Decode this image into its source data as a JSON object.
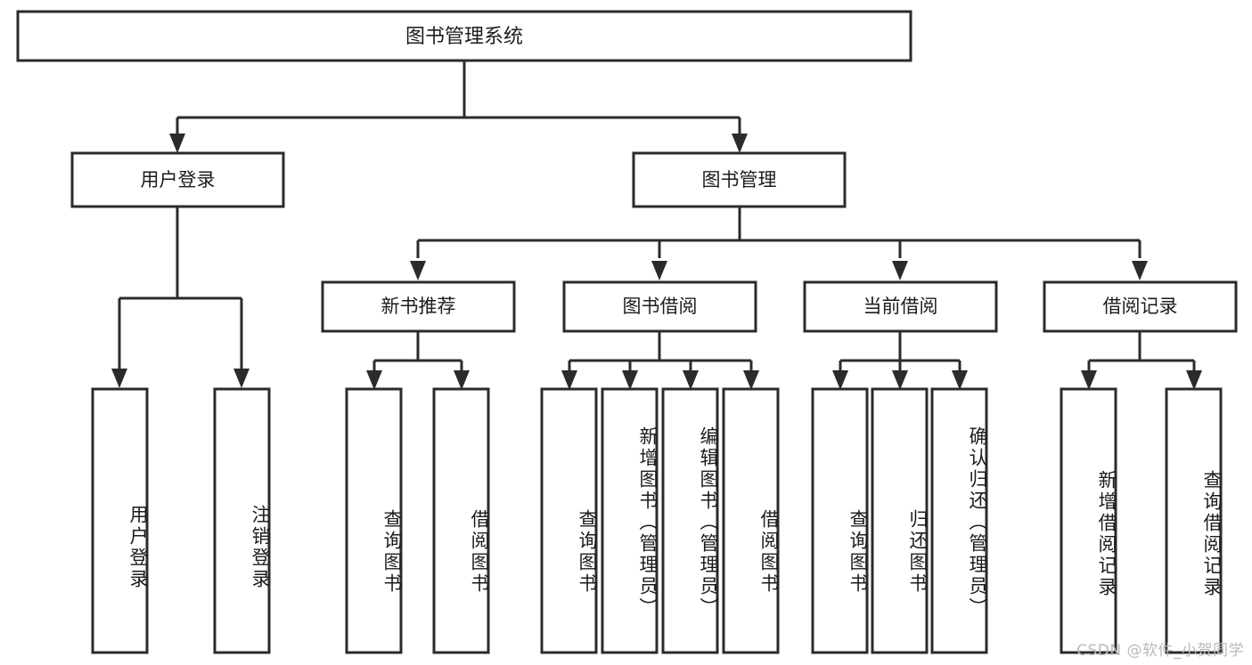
{
  "diagram": {
    "title": "图书管理系统",
    "type": "tree-hierarchy",
    "colors": {
      "stroke": "#2b2b2b",
      "fill": "#ffffff",
      "text": "#1c1c1c",
      "background": "#ffffff",
      "watermark": "#b9b9b9"
    },
    "root": {
      "label": "图书管理系统"
    },
    "level2": [
      {
        "label": "用户登录"
      },
      {
        "label": "图书管理"
      }
    ],
    "level3": [
      {
        "label": "新书推荐"
      },
      {
        "label": "图书借阅"
      },
      {
        "label": "当前借阅"
      },
      {
        "label": "借阅记录"
      }
    ],
    "leaves": {
      "user_login": [
        {
          "label": "用户登录"
        },
        {
          "label": "注销登录"
        }
      ],
      "new_book_recommend": [
        {
          "label": "查询图书"
        },
        {
          "label": "借阅图书"
        }
      ],
      "book_borrow": [
        {
          "label": "查询图书"
        },
        {
          "label": "新增图书（管理员）"
        },
        {
          "label": "编辑图书（管理员）"
        },
        {
          "label": "借阅图书"
        }
      ],
      "current_borrow": [
        {
          "label": "查询图书"
        },
        {
          "label": "归还图书"
        },
        {
          "label": "确认归还（管理员）"
        }
      ],
      "borrow_record": [
        {
          "label": "新增借阅记录"
        },
        {
          "label": "查询借阅记录"
        }
      ]
    },
    "watermark": "CSDN @软件_小贺同学"
  }
}
